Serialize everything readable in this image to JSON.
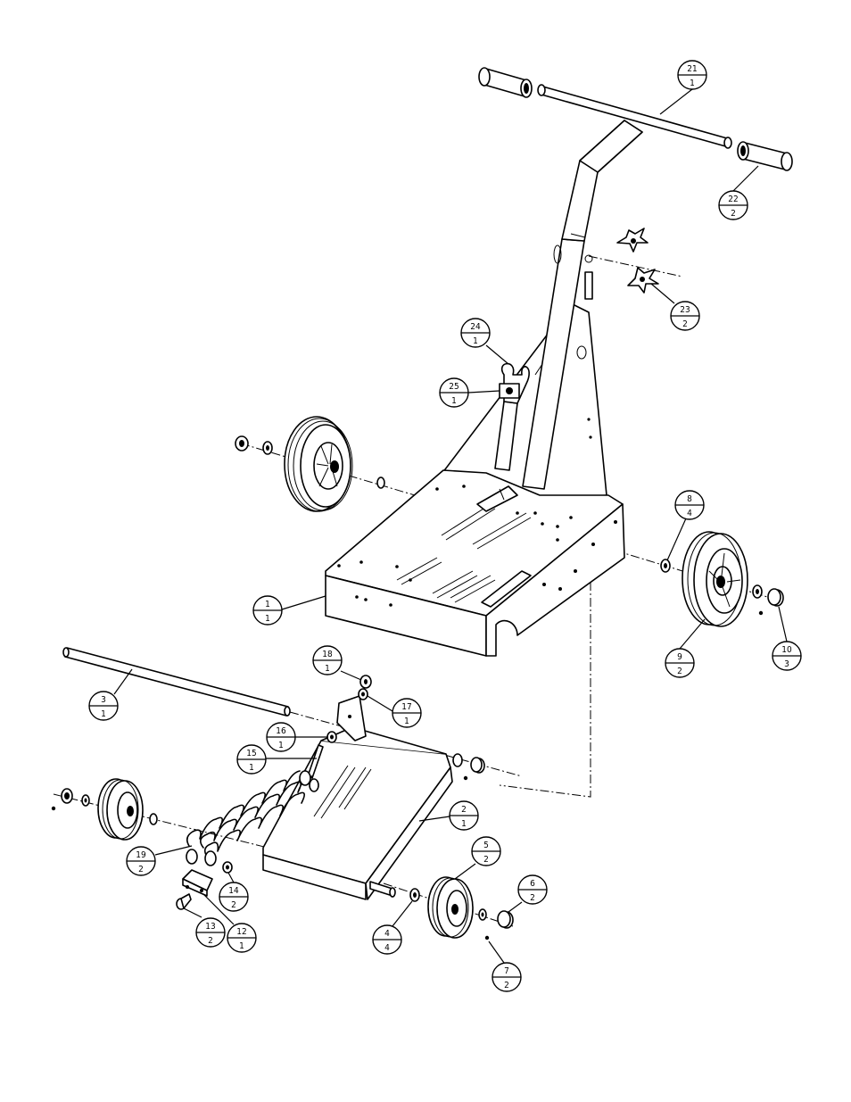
{
  "callouts": [
    {
      "item": "21",
      "qty": "1"
    },
    {
      "item": "22",
      "qty": "2"
    },
    {
      "item": "23",
      "qty": "2"
    },
    {
      "item": "24",
      "qty": "1"
    },
    {
      "item": "25",
      "qty": "1"
    },
    {
      "item": "1",
      "qty": "1"
    },
    {
      "item": "8",
      "qty": "4"
    },
    {
      "item": "9",
      "qty": "2"
    },
    {
      "item": "10",
      "qty": "3"
    },
    {
      "item": "3",
      "qty": "1"
    },
    {
      "item": "18",
      "qty": "1"
    },
    {
      "item": "17",
      "qty": "1"
    },
    {
      "item": "16",
      "qty": "1"
    },
    {
      "item": "15",
      "qty": "1"
    },
    {
      "item": "2",
      "qty": "1"
    },
    {
      "item": "19",
      "qty": "2"
    },
    {
      "item": "14",
      "qty": "2"
    },
    {
      "item": "13",
      "qty": "2"
    },
    {
      "item": "12",
      "qty": "1"
    },
    {
      "item": "5",
      "qty": "2"
    },
    {
      "item": "6",
      "qty": "2"
    },
    {
      "item": "4",
      "qty": "4"
    },
    {
      "item": "7",
      "qty": "2"
    }
  ]
}
